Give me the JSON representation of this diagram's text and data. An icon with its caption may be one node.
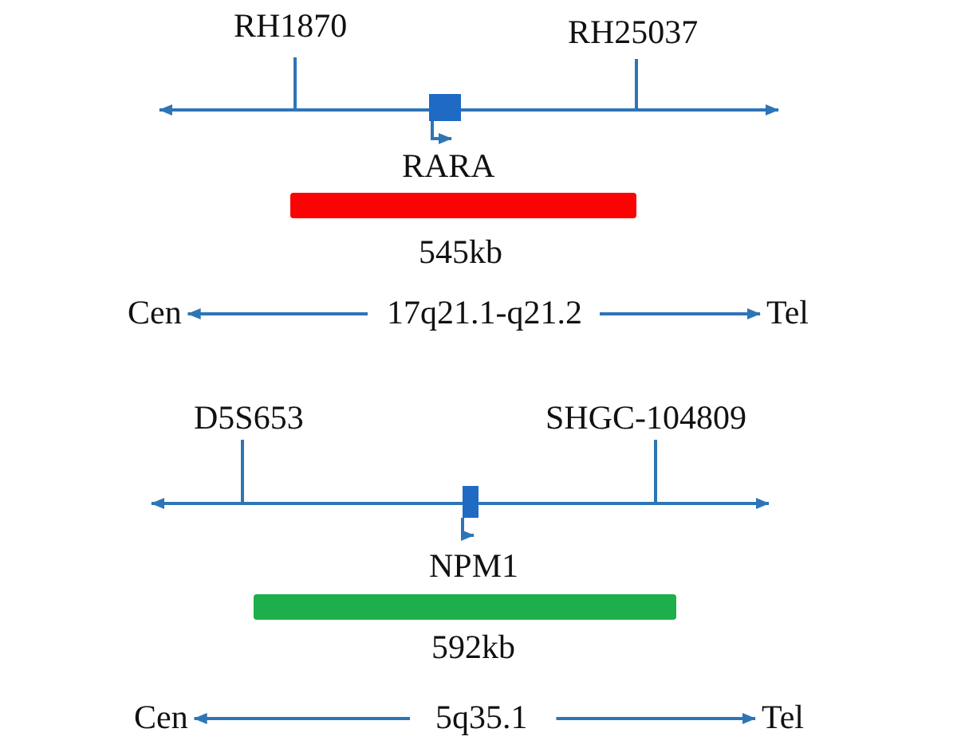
{
  "diagram": {
    "nodes": [
      {
        "text": [
          "RH1870"
        ]
      },
      {
        "text": [
          "RH25037"
        ]
      },
      {
        "text": [],
        "shape": "bar",
        "beside": [
          "545kb"
        ]
      },
      {
        "text": [
          "Cen"
        ]
      },
      {
        "text": [
          "17q21.1-q21.2"
        ]
      },
      {
        "text": [
          "Tel"
        ]
      },
      {
        "text": [
          "D5S653"
        ]
      },
      {
        "text": [
          "SHGC-104809"
        ]
      },
      {
        "text": [],
        "shape": "bar",
        "beside": [
          "592kb"
        ]
      },
      {
        "text": [
          "Cen"
        ]
      },
      {
        "text": [
          "5q35.1"
        ]
      },
      {
        "text": [
          "Tel"
        ]
      }
    ],
    "edges": [
      {
        "from": 0,
        "to": null,
        "arrow": "none"
      },
      {
        "from": 1,
        "to": null,
        "arrow": "none"
      },
      {
        "from": 4,
        "to": 3,
        "arrow": "to"
      },
      {
        "from": 4,
        "to": 5,
        "arrow": "to"
      },
      {
        "from": 6,
        "to": null,
        "arrow": "none"
      },
      {
        "from": 7,
        "to": null,
        "arrow": "none"
      },
      {
        "from": 10,
        "to": 9,
        "arrow": "to"
      },
      {
        "from": 10,
        "to": 11,
        "arrow": "to"
      }
    ],
    "labels": [
      "RARA",
      "NPM1"
    ]
  }
}
